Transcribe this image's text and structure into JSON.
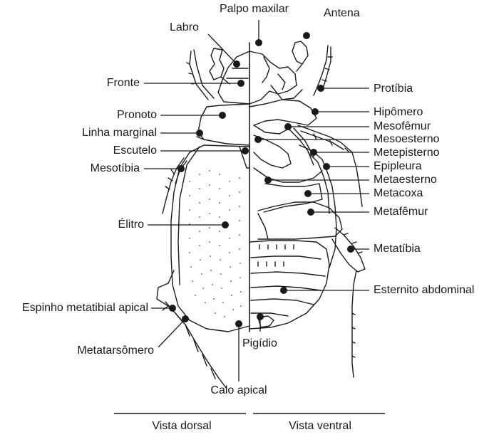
{
  "labels": {
    "palpo_maxilar": "Palpo maxilar",
    "antena": "Antena",
    "labro": "Labro",
    "fronte": "Fronte",
    "protibia": "Protíbia",
    "pronoto": "Pronoto",
    "hipomero": "Hipômero",
    "linha_marginal": "Linha marginal",
    "mesofemur": "Mesofêmur",
    "mesoesterno": "Mesoesterno",
    "escutelo": "Escutelo",
    "metepisterno": "Metepisterno",
    "epipleura": "Epipleura",
    "mesotibia": "Mesotíbia",
    "metaesterno": "Metaesterno",
    "metacoxa": "Metacoxa",
    "metafemur": "Metafêmur",
    "elitro": "Élitro",
    "metatibia": "Metatíbia",
    "esternito_abdominal": "Esternito abdominal",
    "espinho_metatibial_apical": "Espinho metatibial apical",
    "pigidio": "Pigídio",
    "metatarsomero": "Metatarsômero",
    "calo_apical": "Calo apical"
  },
  "views": {
    "dorsal": "Vista dorsal",
    "ventral": "Vista ventral"
  },
  "colors": {
    "ink": "#1a1a1a",
    "background": "#ffffff",
    "body_fill": "#ffffff"
  }
}
